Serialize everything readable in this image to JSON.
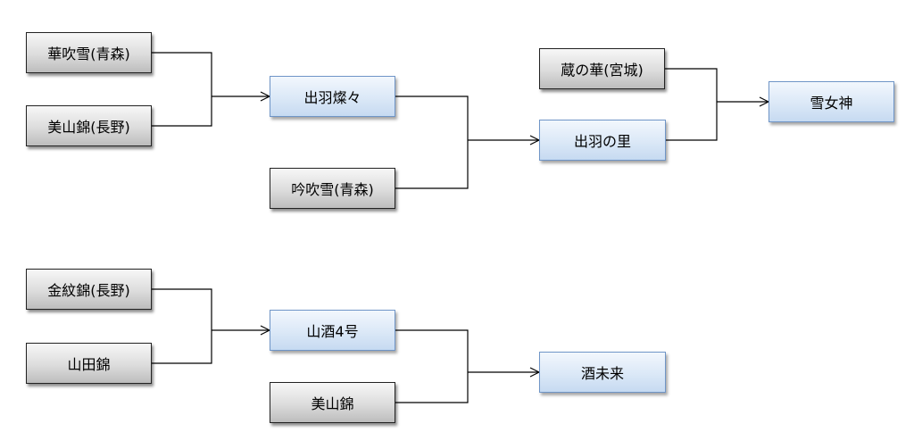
{
  "diagram": {
    "nodes": {
      "kabukiyuki": "華吹雪(青森)",
      "miyamanishiki_nagano": "美山錦(長野)",
      "dewasansan": "出羽燦々",
      "ginfubuki": "吟吹雪(青森)",
      "dewanosato": "出羽の里",
      "kuranohana": "蔵の華(宮城)",
      "yukimegami": "雪女神",
      "kinmonnishiki": "金紋錦(長野)",
      "yamadanishiki": "山田錦",
      "yamasake4": "山酒4号",
      "miyamanishiki": "美山錦",
      "sakemirai": "酒未来"
    },
    "colors": {
      "parent_node": "#d4d4d4",
      "child_node": "#dbe8f7",
      "child_border": "#6f95c7",
      "connector": "#000000"
    }
  }
}
